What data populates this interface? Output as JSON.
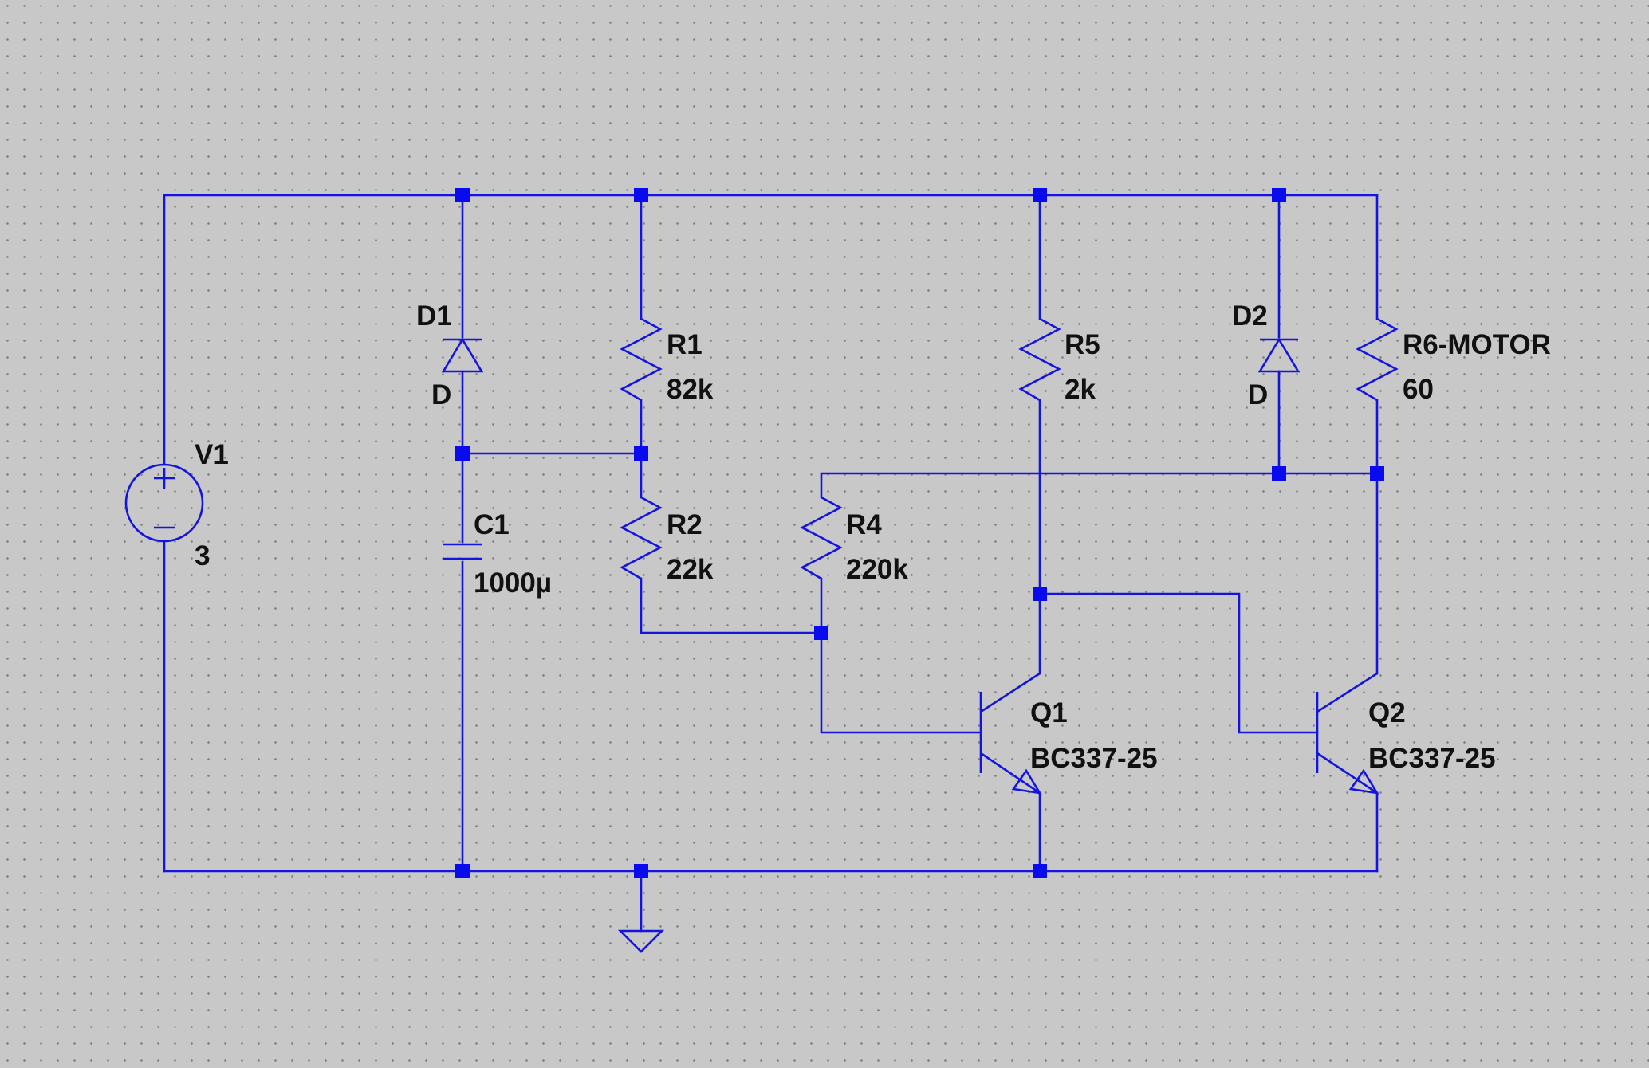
{
  "colors": {
    "background": "#c8c8c8",
    "grid_dot": "#7d7d7d",
    "wire": "#1414e0",
    "junction": "#0a0aee",
    "text": "#111111"
  },
  "components": {
    "V1": {
      "name": "V1",
      "value": "3"
    },
    "D1": {
      "name": "D1",
      "value": "D"
    },
    "C1": {
      "name": "C1",
      "value": "1000µ"
    },
    "R1": {
      "name": "R1",
      "value": "82k"
    },
    "R2": {
      "name": "R2",
      "value": "22k"
    },
    "R4": {
      "name": "R4",
      "value": "220k"
    },
    "R5": {
      "name": "R5",
      "value": "2k"
    },
    "D2": {
      "name": "D2",
      "value": "D"
    },
    "R6": {
      "name": "R6-MOTOR",
      "value": "60"
    },
    "Q1": {
      "name": "Q1",
      "value": "BC337-25"
    },
    "Q2": {
      "name": "Q2",
      "value": "BC337-25"
    }
  }
}
